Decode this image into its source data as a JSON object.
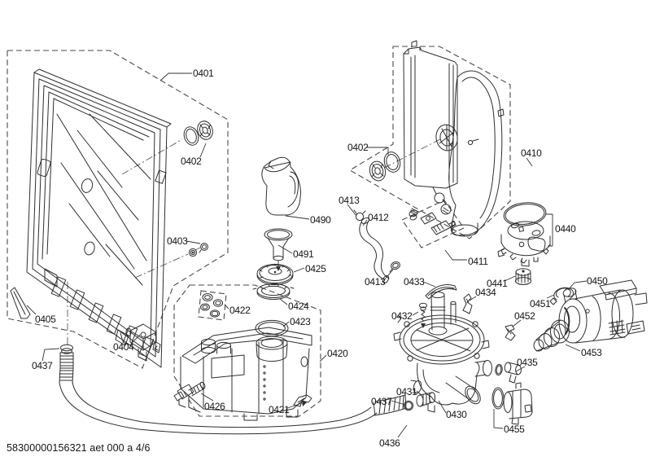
{
  "document": {
    "footer_code": "58300000156321 aet 000 a 4/6"
  },
  "colors": {
    "line": "#2e2e2e",
    "dashed_box": "#4a4a4a",
    "background": "#ffffff"
  },
  "part_labels": {
    "0401": "0401",
    "0402": "0402",
    "0403": "0403",
    "0404": "0404",
    "0405": "0405",
    "0410": "0410",
    "0411": "0411",
    "0412": "0412",
    "0413": "0413",
    "0420": "0420",
    "0421": "0421",
    "0422": "0422",
    "0423": "0423",
    "0424": "0424",
    "0425": "0425",
    "0426": "0426",
    "0430": "0430",
    "0431": "0431",
    "0432": "0432",
    "0433": "0433",
    "0434": "0434",
    "0435": "0435",
    "0436": "0436",
    "0437": "0437",
    "0440": "0440",
    "0441": "0441",
    "0450": "0450",
    "0451": "0451",
    "0452": "0452",
    "0453": "0453",
    "0455": "0455",
    "0490": "0490",
    "0491": "0491"
  }
}
